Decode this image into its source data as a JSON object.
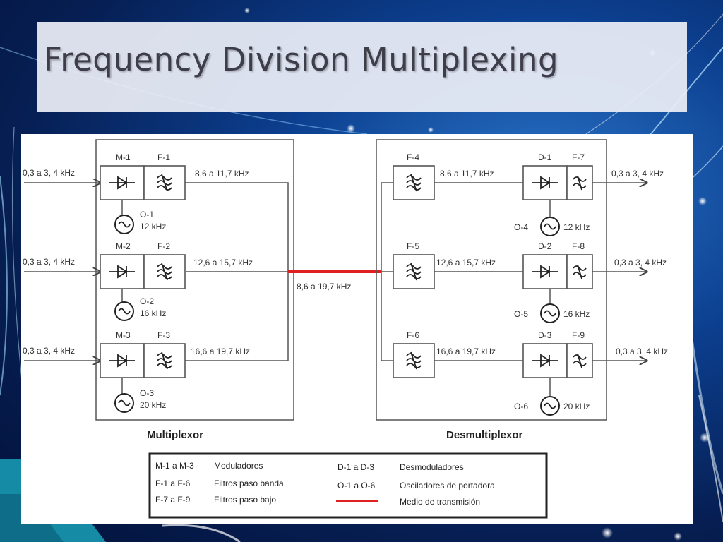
{
  "slide": {
    "title": "Frequency Division Multiplexing"
  },
  "diagram": {
    "mux_caption": "Multiplexor",
    "demux_caption": "Desmultiplexor",
    "channel_band": "8,6 a 19,7 kHz",
    "colors": {
      "transmission_medium": "#e02020",
      "lines": "#555555"
    },
    "mux_channels": [
      {
        "input": "0,3 a 3, 4 kHz",
        "modulator": "M-1",
        "filter": "F-1",
        "band": "8,6 a 11,7 kHz",
        "oscillator": "O-1",
        "freq": "12 kHz"
      },
      {
        "input": "0,3 a 3, 4 kHz",
        "modulator": "M-2",
        "filter": "F-2",
        "band": "12,6 a 15,7 kHz",
        "oscillator": "O-2",
        "freq": "16 kHz"
      },
      {
        "input": "0,3 a 3, 4 kHz",
        "modulator": "M-3",
        "filter": "F-3",
        "band": "16,6 a 19,7 kHz",
        "oscillator": "O-3",
        "freq": "20 kHz"
      }
    ],
    "demux_channels": [
      {
        "filter": "F-4",
        "band": "8,6 a 11,7 kHz",
        "demodulator": "D-1",
        "lowpass": "F-7",
        "oscillator": "O-4",
        "freq": "12 kHz",
        "output": "0,3 a 3, 4 kHz"
      },
      {
        "filter": "F-5",
        "band": "12,6 a 15,7 kHz",
        "demodulator": "D-2",
        "lowpass": "F-8",
        "oscillator": "O-5",
        "freq": "16 kHz",
        "output": "0,3 a 3, 4 kHz"
      },
      {
        "filter": "F-6",
        "band": "16,6 a 19,7 kHz",
        "demodulator": "D-3",
        "lowpass": "F-9",
        "oscillator": "O-6",
        "freq": "20 kHz",
        "output": "0,3 a 3, 4 kHz"
      }
    ],
    "legend": {
      "rows": [
        {
          "key": "M-1 a M-3",
          "value": "Moduladores"
        },
        {
          "key": "F-1 a F-6",
          "value": "Filtros paso banda"
        },
        {
          "key": "F-7 a F-9",
          "value": "Filtros paso bajo"
        },
        {
          "key": "D-1 a D-3",
          "value": "Desmoduladores"
        },
        {
          "key": "O-1 a O-6",
          "value": "Osciladores de portadora"
        }
      ],
      "line_label": "Medio de transmisión"
    }
  }
}
